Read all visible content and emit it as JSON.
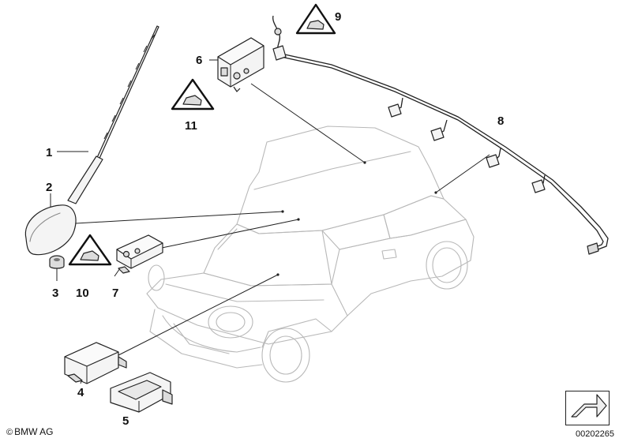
{
  "callouts": {
    "c1": "1",
    "c2": "2",
    "c3": "3",
    "c4": "4",
    "c5": "5",
    "c6": "6",
    "c7": "7",
    "c8": "8",
    "c9": "9",
    "c10": "10",
    "c11": "11"
  },
  "footer": {
    "copyright": "BMW AG",
    "copyright_symbol": "©",
    "reference_number": "00202265"
  },
  "icons": {
    "warning": "warning-triangle-icon",
    "corner": "folded-corner-icon"
  },
  "colors": {
    "line": "#222222",
    "car_outline": "#b8b8b8"
  }
}
